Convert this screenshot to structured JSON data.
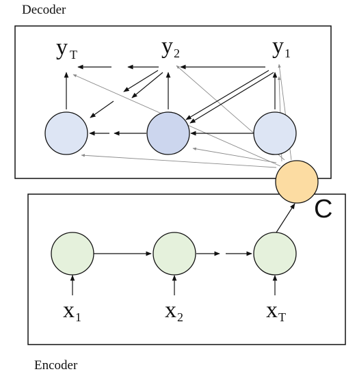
{
  "decoder": {
    "title": "Decoder",
    "outputs": [
      {
        "letter": "y",
        "sub": "T"
      },
      {
        "letter": "y",
        "sub": "2"
      },
      {
        "letter": "y",
        "sub": "1"
      }
    ]
  },
  "encoder": {
    "title": "Encoder",
    "inputs": [
      {
        "letter": "x",
        "sub": "1"
      },
      {
        "letter": "x",
        "sub": "2"
      },
      {
        "letter": "x",
        "sub": "T"
      }
    ]
  },
  "context": {
    "label": "C"
  },
  "colors": {
    "decoder_node": "#dde5f4",
    "decoder_node_mid": "#ccd6ee",
    "encoder_node": "#e5f1dc",
    "context_node": "#fcdca2",
    "arrow_dark": "#111111",
    "arrow_light": "#8a8a8a"
  }
}
